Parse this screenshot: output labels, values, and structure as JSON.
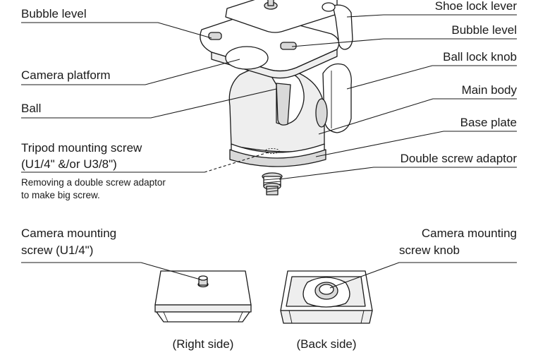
{
  "labels": {
    "bubble_level_left": "Bubble level",
    "shoe_lock_lever": "Shoe lock lever",
    "bubble_level_right": "Bubble level",
    "camera_platform": "Camera platform",
    "ball_lock_knob": "Ball lock knob",
    "main_body": "Main body",
    "ball": "Ball",
    "base_plate": "Base plate",
    "tripod_screw_line1": "Tripod mounting screw",
    "tripod_screw_line2": "(U1/4\" &/or U3/8\")",
    "double_screw_adaptor": "Double screw adaptor",
    "adaptor_note_line1": "Removing a double screw adaptor",
    "adaptor_note_line2": "to make big screw.",
    "camera_screw_line1": "Camera mounting",
    "camera_screw_line2": "screw (U1/4\")",
    "camera_knob_line1": "Camera mounting",
    "camera_knob_line2": "screw knob",
    "right_side": "(Right side)",
    "back_side": "(Back side)"
  }
}
